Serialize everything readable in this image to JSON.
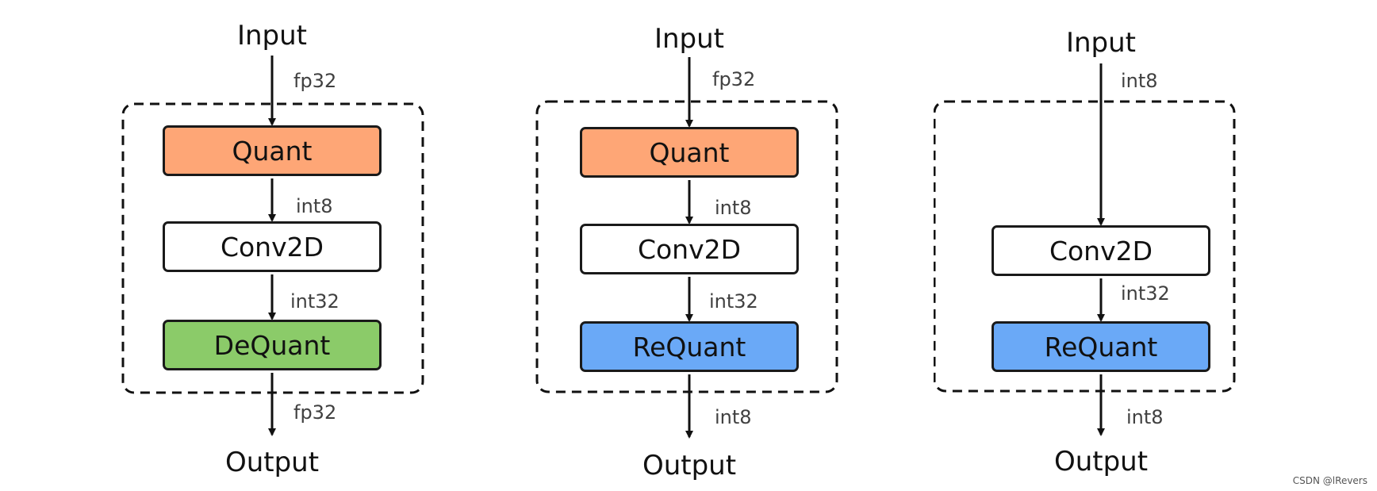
{
  "colors": {
    "quant": "#fea676",
    "dequant": "#8bcb69",
    "requant": "#6aa9f7",
    "conv": "#ffffff"
  },
  "diagrams": [
    {
      "input": "Input",
      "output": "Output",
      "in_type": "fp32",
      "blocks": [
        "Quant",
        "Conv2D",
        "DeQuant"
      ],
      "mid_types": [
        "int8",
        "int32"
      ],
      "out_type": "fp32"
    },
    {
      "input": "Input",
      "output": "Output",
      "in_type": "fp32",
      "blocks": [
        "Quant",
        "Conv2D",
        "ReQuant"
      ],
      "mid_types": [
        "int8",
        "int32"
      ],
      "out_type": "int8"
    },
    {
      "input": "Input",
      "output": "Output",
      "in_type": "int8",
      "blocks": [
        "Conv2D",
        "ReQuant"
      ],
      "mid_types": [
        "int32"
      ],
      "out_type": "int8"
    }
  ],
  "watermark": "CSDN @lRevers"
}
